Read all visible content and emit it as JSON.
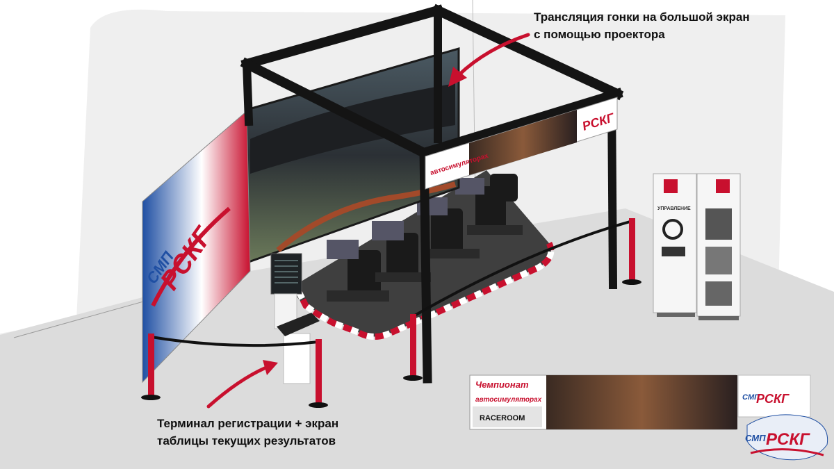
{
  "annotations": {
    "projector_line1": "Трансляция гонки на большой экран",
    "projector_line2": "с помощью проектора",
    "terminal_line1": "Терминал регистрации + экран",
    "terminal_line2": "таблицы текущих результатов"
  },
  "branding": {
    "smp": "СМП",
    "rskg": "РСКГ",
    "championship_line1": "Чемпионат",
    "championship_line2": "автосимуляторах",
    "raceroom": "RACEROOM",
    "rollup_heading": "УПРАВЛЕНИЕ"
  },
  "colors": {
    "frame": "#141414",
    "accent_red": "#c8102e",
    "brand_blue": "#1f4fa3",
    "floor": "#d9d9d9",
    "wall": "#efefef"
  }
}
